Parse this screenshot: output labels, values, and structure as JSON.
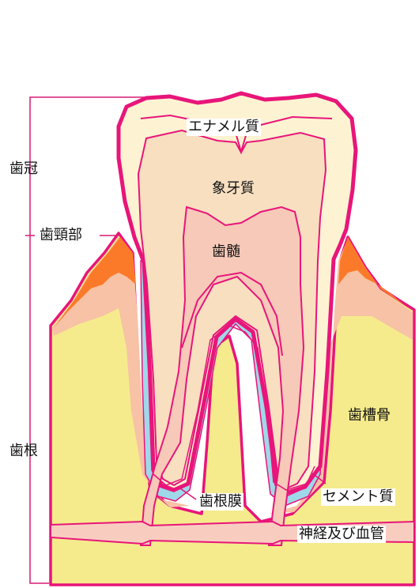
{
  "labels": {
    "crown": "歯冠",
    "neck": "歯頸部",
    "root": "歯根",
    "enamel": "エナメル質",
    "dentin": "象牙質",
    "pulp": "歯髄",
    "alveolar_bone": "歯槽骨",
    "periodontal_ligament": "歯根膜",
    "cementum": "セメント質",
    "nerves_vessels": "神経及び血管"
  },
  "colors": {
    "outline": "#e8157a",
    "enamel": "#fdf3d2",
    "dentin": "#f7dfc0",
    "pulp": "#f7c9b8",
    "bone": "#f5eb8c",
    "periosteum": "#f7c2a5",
    "gum": "#fb7a2a",
    "cementum": "#9fd8e8",
    "vessel": "#f8cdc0"
  }
}
